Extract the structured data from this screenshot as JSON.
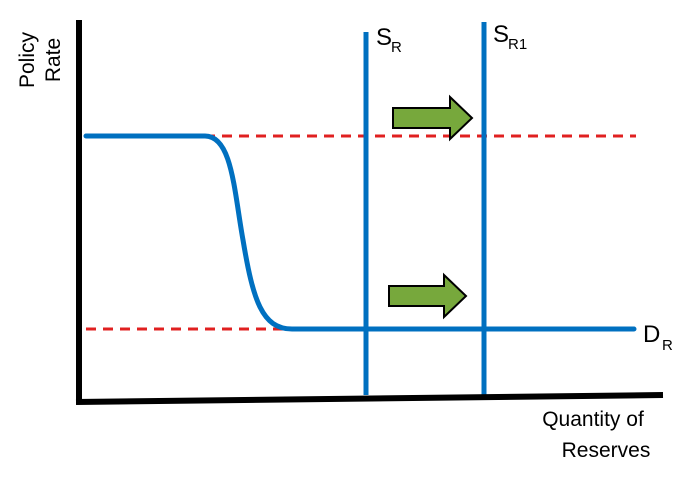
{
  "diagram": {
    "y_axis_label": [
      "Policy",
      "Rate"
    ],
    "x_axis_label": [
      "Quantity of",
      "Reserves"
    ],
    "supply_original": {
      "base": "S",
      "sub": "R"
    },
    "supply_shifted": {
      "base": "S",
      "sub": "R1"
    },
    "demand": {
      "base": "D",
      "sub": "R"
    },
    "colors": {
      "curve": "#0070c0",
      "rate_line": "#e02020",
      "arrow_fill": "#77a83c",
      "arrow_stroke": "#000000",
      "axis": "#000000"
    },
    "icons": [
      "right-arrow-icon",
      "right-arrow-icon"
    ]
  }
}
